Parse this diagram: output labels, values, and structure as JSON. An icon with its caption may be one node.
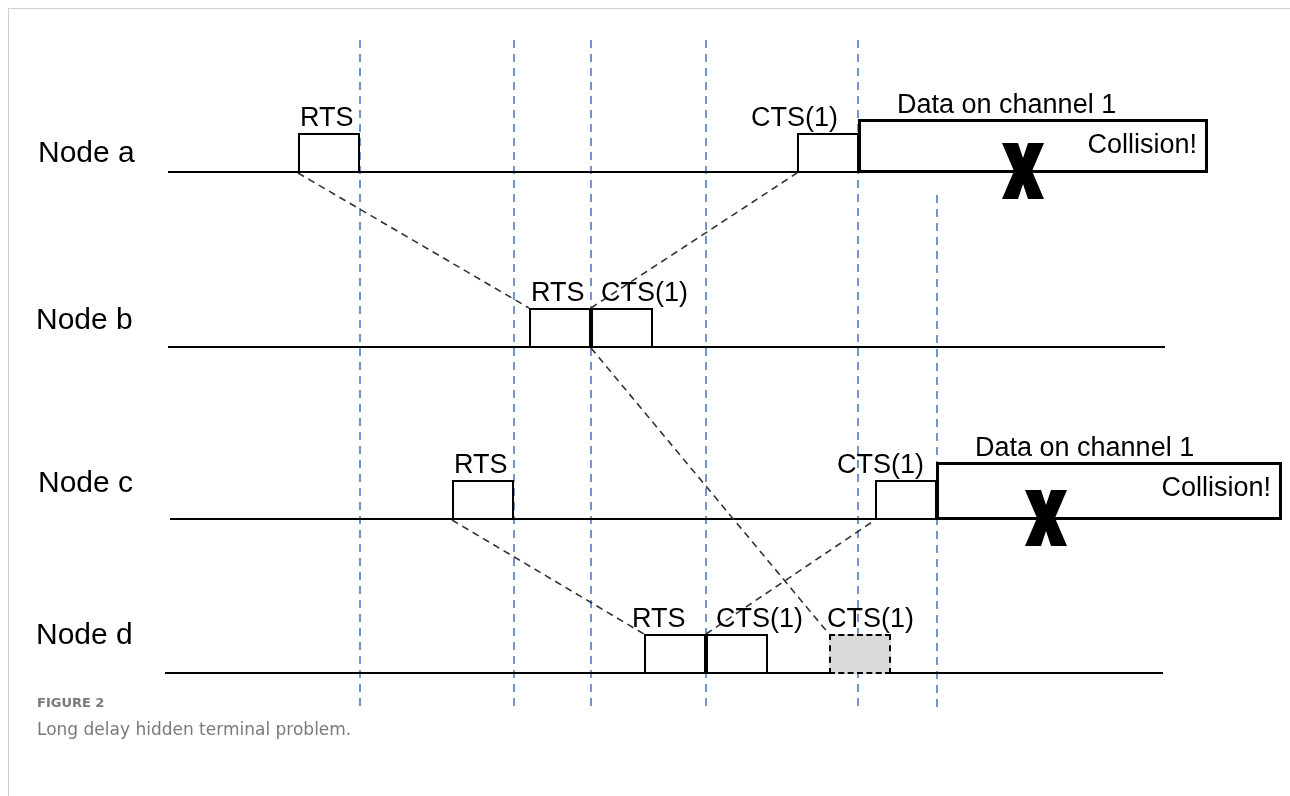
{
  "diagram": {
    "caption": "Long delay hidden terminal problem.",
    "nodes": [
      {
        "text": [
          "RTS"
        ]
      },
      {
        "text": [
          "CTS(1)"
        ]
      },
      {
        "text": [
          "Data on channel 1",
          "Collision!"
        ]
      },
      {
        "text": [
          "RTS"
        ]
      },
      {
        "text": [
          "CTS(1)"
        ]
      },
      {
        "text": [
          "RTS"
        ]
      },
      {
        "text": [
          "CTS(1)"
        ]
      },
      {
        "text": [
          "Data on channel 1",
          "Collision!"
        ]
      },
      {
        "text": [
          "RTS"
        ]
      },
      {
        "text": [
          "CTS(1)"
        ]
      },
      {
        "text": [
          "CTS(1)"
        ]
      }
    ],
    "edges": [
      {
        "from": 0,
        "to": 3,
        "arrow": "none",
        "style": "dashed"
      },
      {
        "from": 4,
        "to": 1,
        "arrow": "none",
        "style": "dashed"
      },
      {
        "from": 4,
        "to": 10,
        "arrow": "none",
        "style": "dashed"
      },
      {
        "from": 5,
        "to": 8,
        "arrow": "none",
        "style": "dashed"
      },
      {
        "from": 9,
        "to": 6,
        "arrow": "none",
        "style": "dashed"
      }
    ],
    "labels": [
      "Node a",
      "Node b",
      "Node c",
      "Node d",
      "FIGURE 2"
    ]
  }
}
